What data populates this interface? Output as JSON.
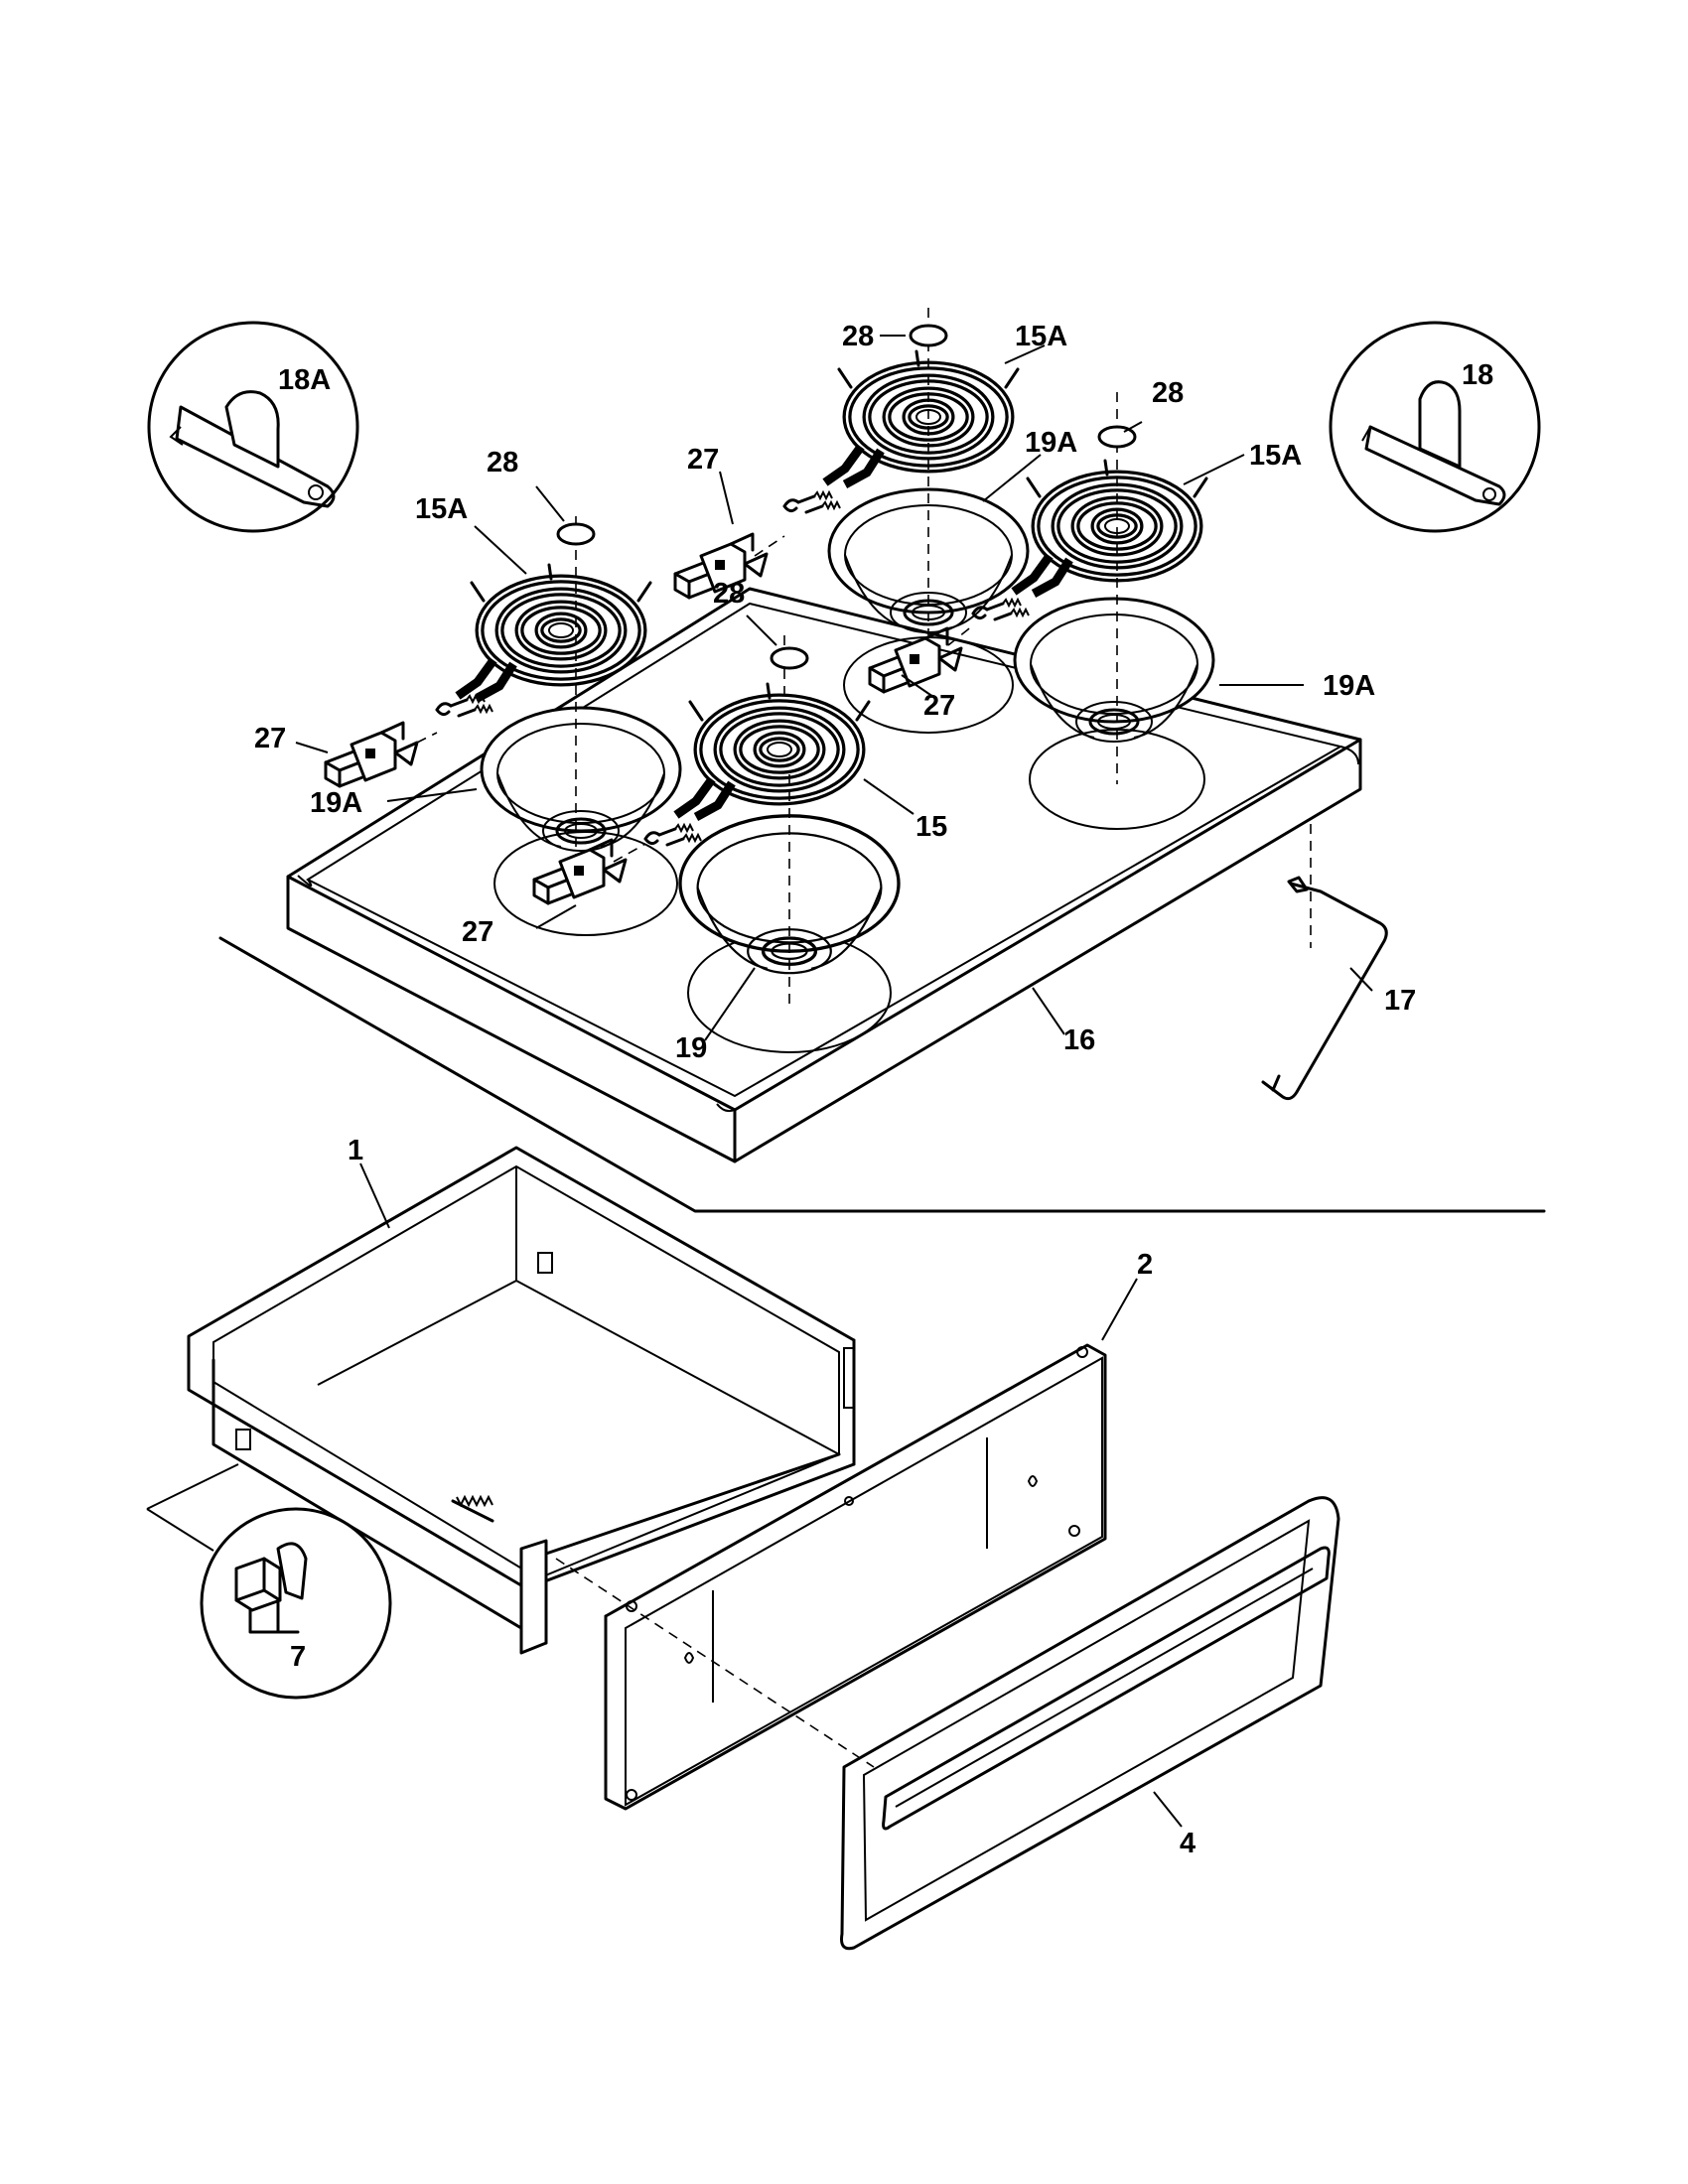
{
  "labels": {
    "callout_1": "1",
    "callout_2": "2",
    "callout_4": "4",
    "callout_7": "7",
    "callout_15": "15",
    "callout_15a_left": "15A",
    "callout_15a_top": "15A",
    "callout_15a_right": "15A",
    "callout_16": "16",
    "callout_17": "17",
    "callout_18": "18",
    "callout_18a": "18A",
    "callout_19": "19",
    "callout_19a_left": "19A",
    "callout_19a_top": "19A",
    "callout_19a_right": "19A",
    "callout_27_upper_left": "27",
    "callout_27_left": "27",
    "callout_27_center": "27",
    "callout_27_right": "27",
    "callout_28_top": "28",
    "callout_28_right": "28",
    "callout_28_left": "28",
    "callout_28_center": "28"
  }
}
